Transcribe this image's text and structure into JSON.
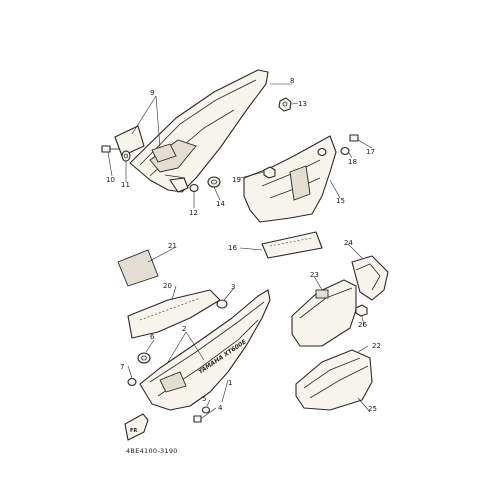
{
  "diagram": {
    "code": "4BE4100-3190",
    "stripe_text": "YAMAHA XT600E",
    "front_mark": "FR",
    "callouts": [
      "1",
      "2",
      "3",
      "4",
      "5",
      "6",
      "7",
      "8",
      "9",
      "10",
      "11",
      "12",
      "13",
      "14",
      "15",
      "16",
      "17",
      "18",
      "19",
      "20",
      "21",
      "22",
      "23",
      "24",
      "25",
      "26"
    ]
  }
}
